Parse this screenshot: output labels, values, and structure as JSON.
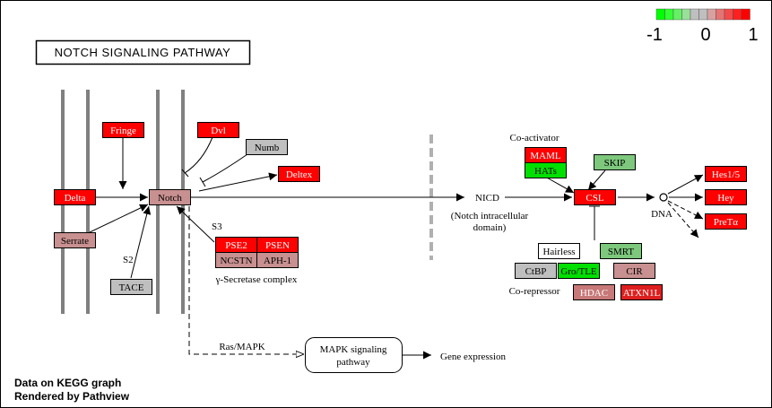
{
  "title": "NOTCH SIGNALING PATHWAY",
  "colors": {
    "red": "#ff0000",
    "dark_red": "#dd1f1f",
    "mid_red": "#e06060",
    "pink": "#c89090",
    "rose": "#c87878",
    "gray": "#bfbfbf",
    "green": "#00e000",
    "light_green": "#7dc87d",
    "white": "#ffffff",
    "membrane": "#808080"
  },
  "legend": {
    "min_label": "-1",
    "mid_label": "0",
    "max_label": "1",
    "swatches": [
      "#00ff00",
      "#33ff33",
      "#66f066",
      "#99e099",
      "#bfbfbf",
      "#bfbfbf",
      "#d9a0a0",
      "#e67373",
      "#f24a4a",
      "#ff2020",
      "#ff0000"
    ]
  },
  "nodes": {
    "fringe": {
      "label": "Fringe",
      "color": "red"
    },
    "dvl": {
      "label": "Dvl",
      "color": "red"
    },
    "numb": {
      "label": "Numb",
      "color": "gray"
    },
    "deltex": {
      "label": "Deltex",
      "color": "red"
    },
    "delta": {
      "label": "Delta",
      "color": "red"
    },
    "notch": {
      "label": "Notch",
      "color": "pink"
    },
    "serrate": {
      "label": "Serrate",
      "color": "pink"
    },
    "tace": {
      "label": "TACE",
      "color": "gray"
    },
    "pse2": {
      "label": "PSE2",
      "color": "red"
    },
    "psen": {
      "label": "PSEN",
      "color": "red"
    },
    "ncstn": {
      "label": "NCSTN",
      "color": "pink"
    },
    "aph1": {
      "label": "APH-1",
      "color": "pink"
    },
    "maml": {
      "label": "MAML",
      "color": "red"
    },
    "hats": {
      "label": "HATs",
      "color": "green"
    },
    "skip": {
      "label": "SKIP",
      "color": "light_green"
    },
    "csl": {
      "label": "CSL",
      "color": "red"
    },
    "hes15": {
      "label": "Hes1/5",
      "color": "red"
    },
    "hey": {
      "label": "Hey",
      "color": "red"
    },
    "pretalpha": {
      "label": "PreTα",
      "color": "red"
    },
    "hairless": {
      "label": "Hairless",
      "color": "white"
    },
    "smrt": {
      "label": "SMRT",
      "color": "light_green"
    },
    "ctbp": {
      "label": "CtBP",
      "color": "gray"
    },
    "grotle": {
      "label": "Gro/TLE",
      "color": "green"
    },
    "cir": {
      "label": "CIR",
      "color": "pink"
    },
    "hdac": {
      "label": "HDAC",
      "color": "rose"
    },
    "atxn1l": {
      "label": "ATXN1L",
      "color": "dark_red"
    }
  },
  "labels": {
    "s2": "S2",
    "s3": "S3",
    "gamma_secretase": "γ-Secretase complex",
    "nicd": "NICD",
    "nicd_desc_1": "(Notch intracellular",
    "nicd_desc_2": "domain)",
    "coactivator": "Co-activator",
    "corepressor": "Co-repressor",
    "dna": "DNA",
    "ras_mapk": "Ras/MAPK",
    "mapk_1": "MAPK signaling",
    "mapk_2": "pathway",
    "gene_expression": "Gene expression"
  },
  "credits": {
    "line1": "Data on KEGG graph",
    "line2": "Rendered by Pathview"
  }
}
